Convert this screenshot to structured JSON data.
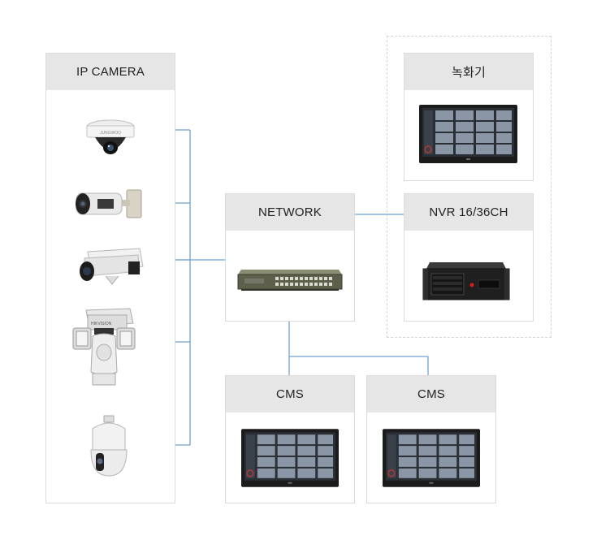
{
  "ip_camera": {
    "title": "IP CAMERA",
    "cameras": [
      "dome-camera-icon",
      "bullet-camera-icon",
      "box-camera-icon",
      "ptz-positioning-camera-icon",
      "speed-dome-camera-icon"
    ]
  },
  "network": {
    "title": "NETWORK",
    "device": "network-switch-icon"
  },
  "recorder": {
    "title": "녹화기",
    "device": "monitor-icon"
  },
  "nvr": {
    "title": "NVR  16/36CH",
    "device": "rack-nvr-icon"
  },
  "cms_left": {
    "title": "CMS",
    "device": "monitor-icon"
  },
  "cms_right": {
    "title": "CMS",
    "device": "monitor-icon"
  },
  "colors": {
    "connector": "#6fa0cf",
    "header_bg": "#e6e6e6",
    "border": "#dcdcdc"
  }
}
